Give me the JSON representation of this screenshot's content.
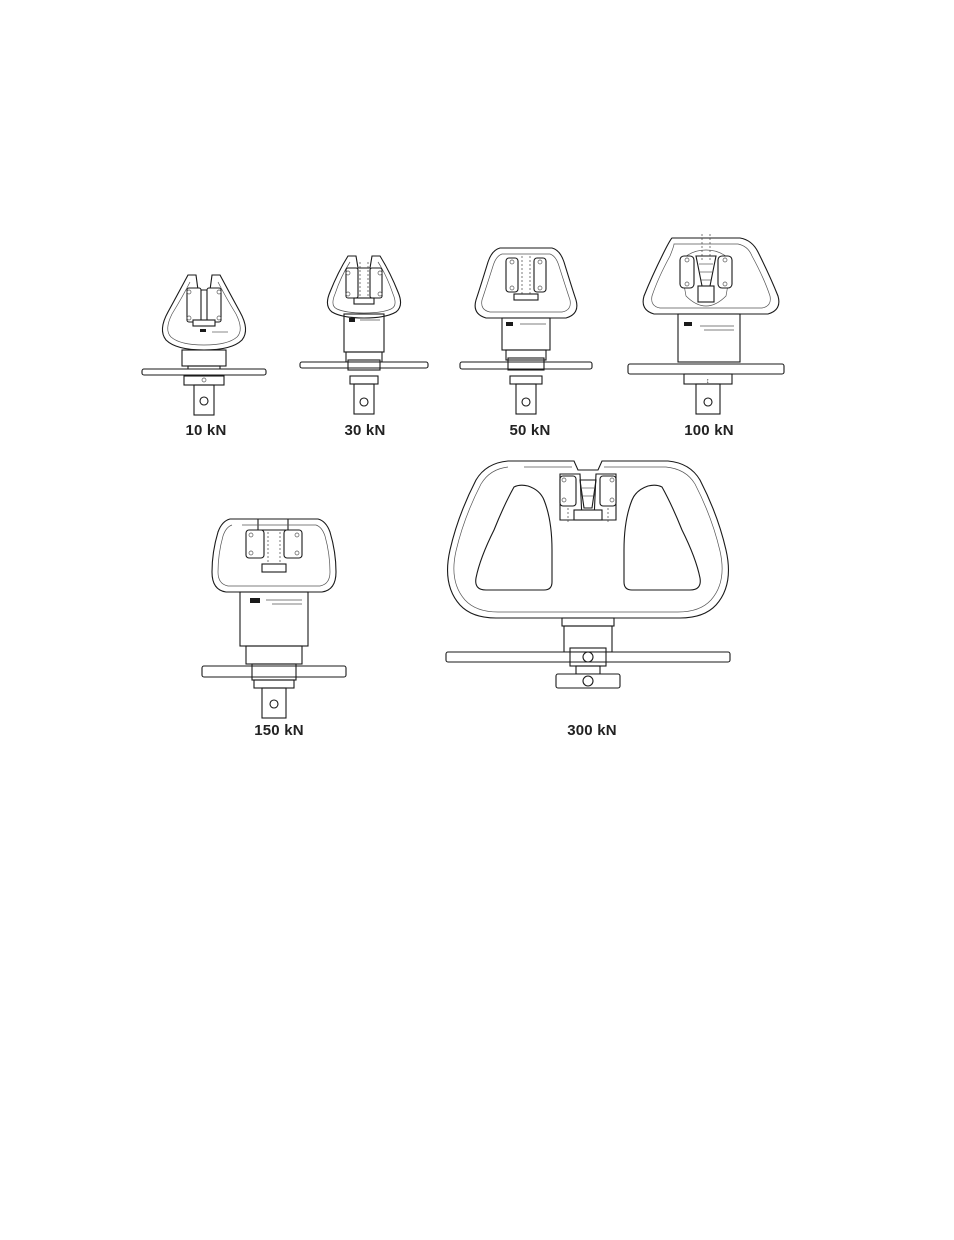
{
  "grips": [
    {
      "id": "10kN",
      "label": "10 kN"
    },
    {
      "id": "30kN",
      "label": "30 kN"
    },
    {
      "id": "50kN",
      "label": "50 kN"
    },
    {
      "id": "100kN",
      "label": "100 kN"
    },
    {
      "id": "150kN",
      "label": "150 kN"
    },
    {
      "id": "300kN",
      "label": "300 kN"
    }
  ]
}
